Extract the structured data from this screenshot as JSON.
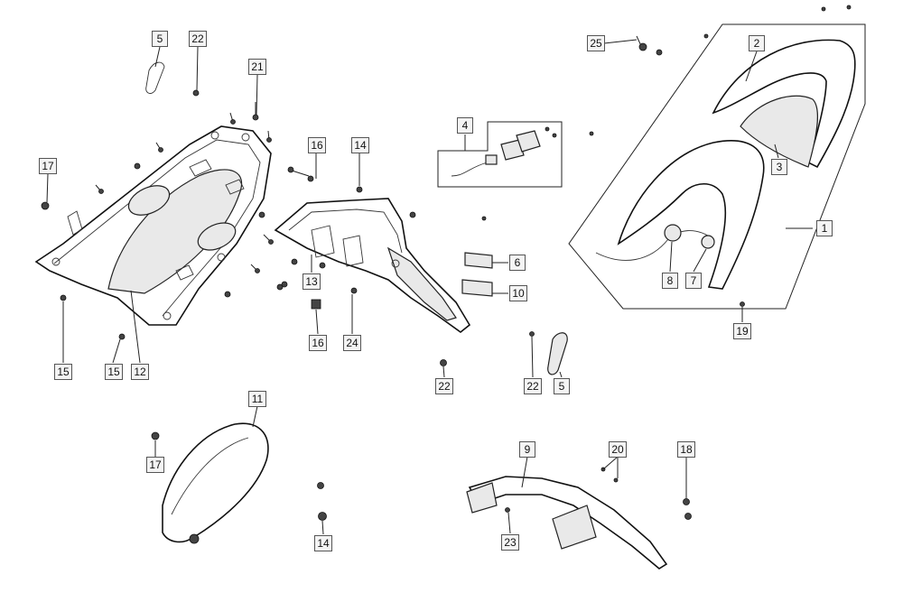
{
  "callouts": {
    "c1": "1",
    "c2": "2",
    "c3": "3",
    "c4": "4",
    "c5a": "5",
    "c5b": "5",
    "c6": "6",
    "c7": "7",
    "c8": "8",
    "c9": "9",
    "c10": "10",
    "c11": "11",
    "c12": "12",
    "c13": "13",
    "c14a": "14",
    "c14b": "14",
    "c15a": "15",
    "c15b": "15",
    "c16a": "16",
    "c16b": "16",
    "c17a": "17",
    "c17b": "17",
    "c18": "18",
    "c19": "19",
    "c20": "20",
    "c21": "21",
    "c22a": "22",
    "c22b": "22",
    "c22c": "22",
    "c23": "23",
    "c24": "24",
    "c25": "25"
  }
}
